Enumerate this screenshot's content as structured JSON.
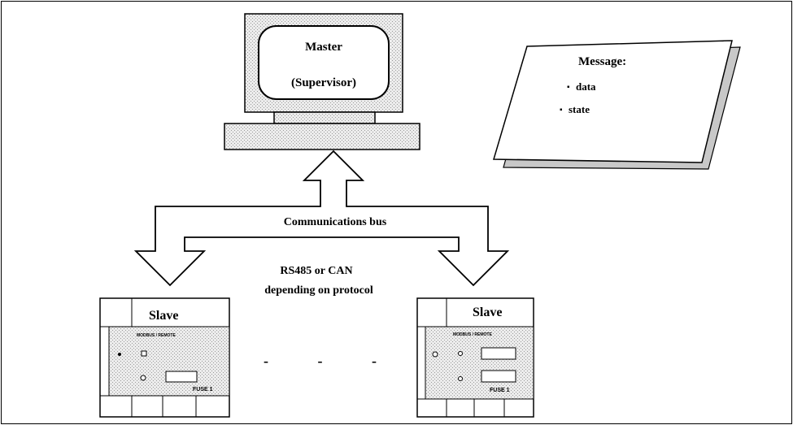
{
  "master": {
    "title": "Master",
    "subtitle": "(Supervisor)"
  },
  "message": {
    "title": "Message:",
    "items": [
      "data",
      "state"
    ],
    "bullet": "▪"
  },
  "bus": {
    "label": "Communications bus",
    "note_line1": "RS485 or CAN",
    "note_line2": "depending on protocol"
  },
  "slaves": [
    {
      "label": "Slave",
      "panel_text": "MODBUS / REMOTE",
      "tag": "FUSE 1"
    },
    {
      "label": "Slave",
      "panel_text": "MODBUS / REMOTE",
      "tag": "FUSE 1"
    }
  ],
  "ellipsis": "- - - -",
  "colors": {
    "stroke": "#000000",
    "shade": "#d8d8d8",
    "dots": "#a8a8a8",
    "paper_shadow": "#bdbdbd"
  }
}
